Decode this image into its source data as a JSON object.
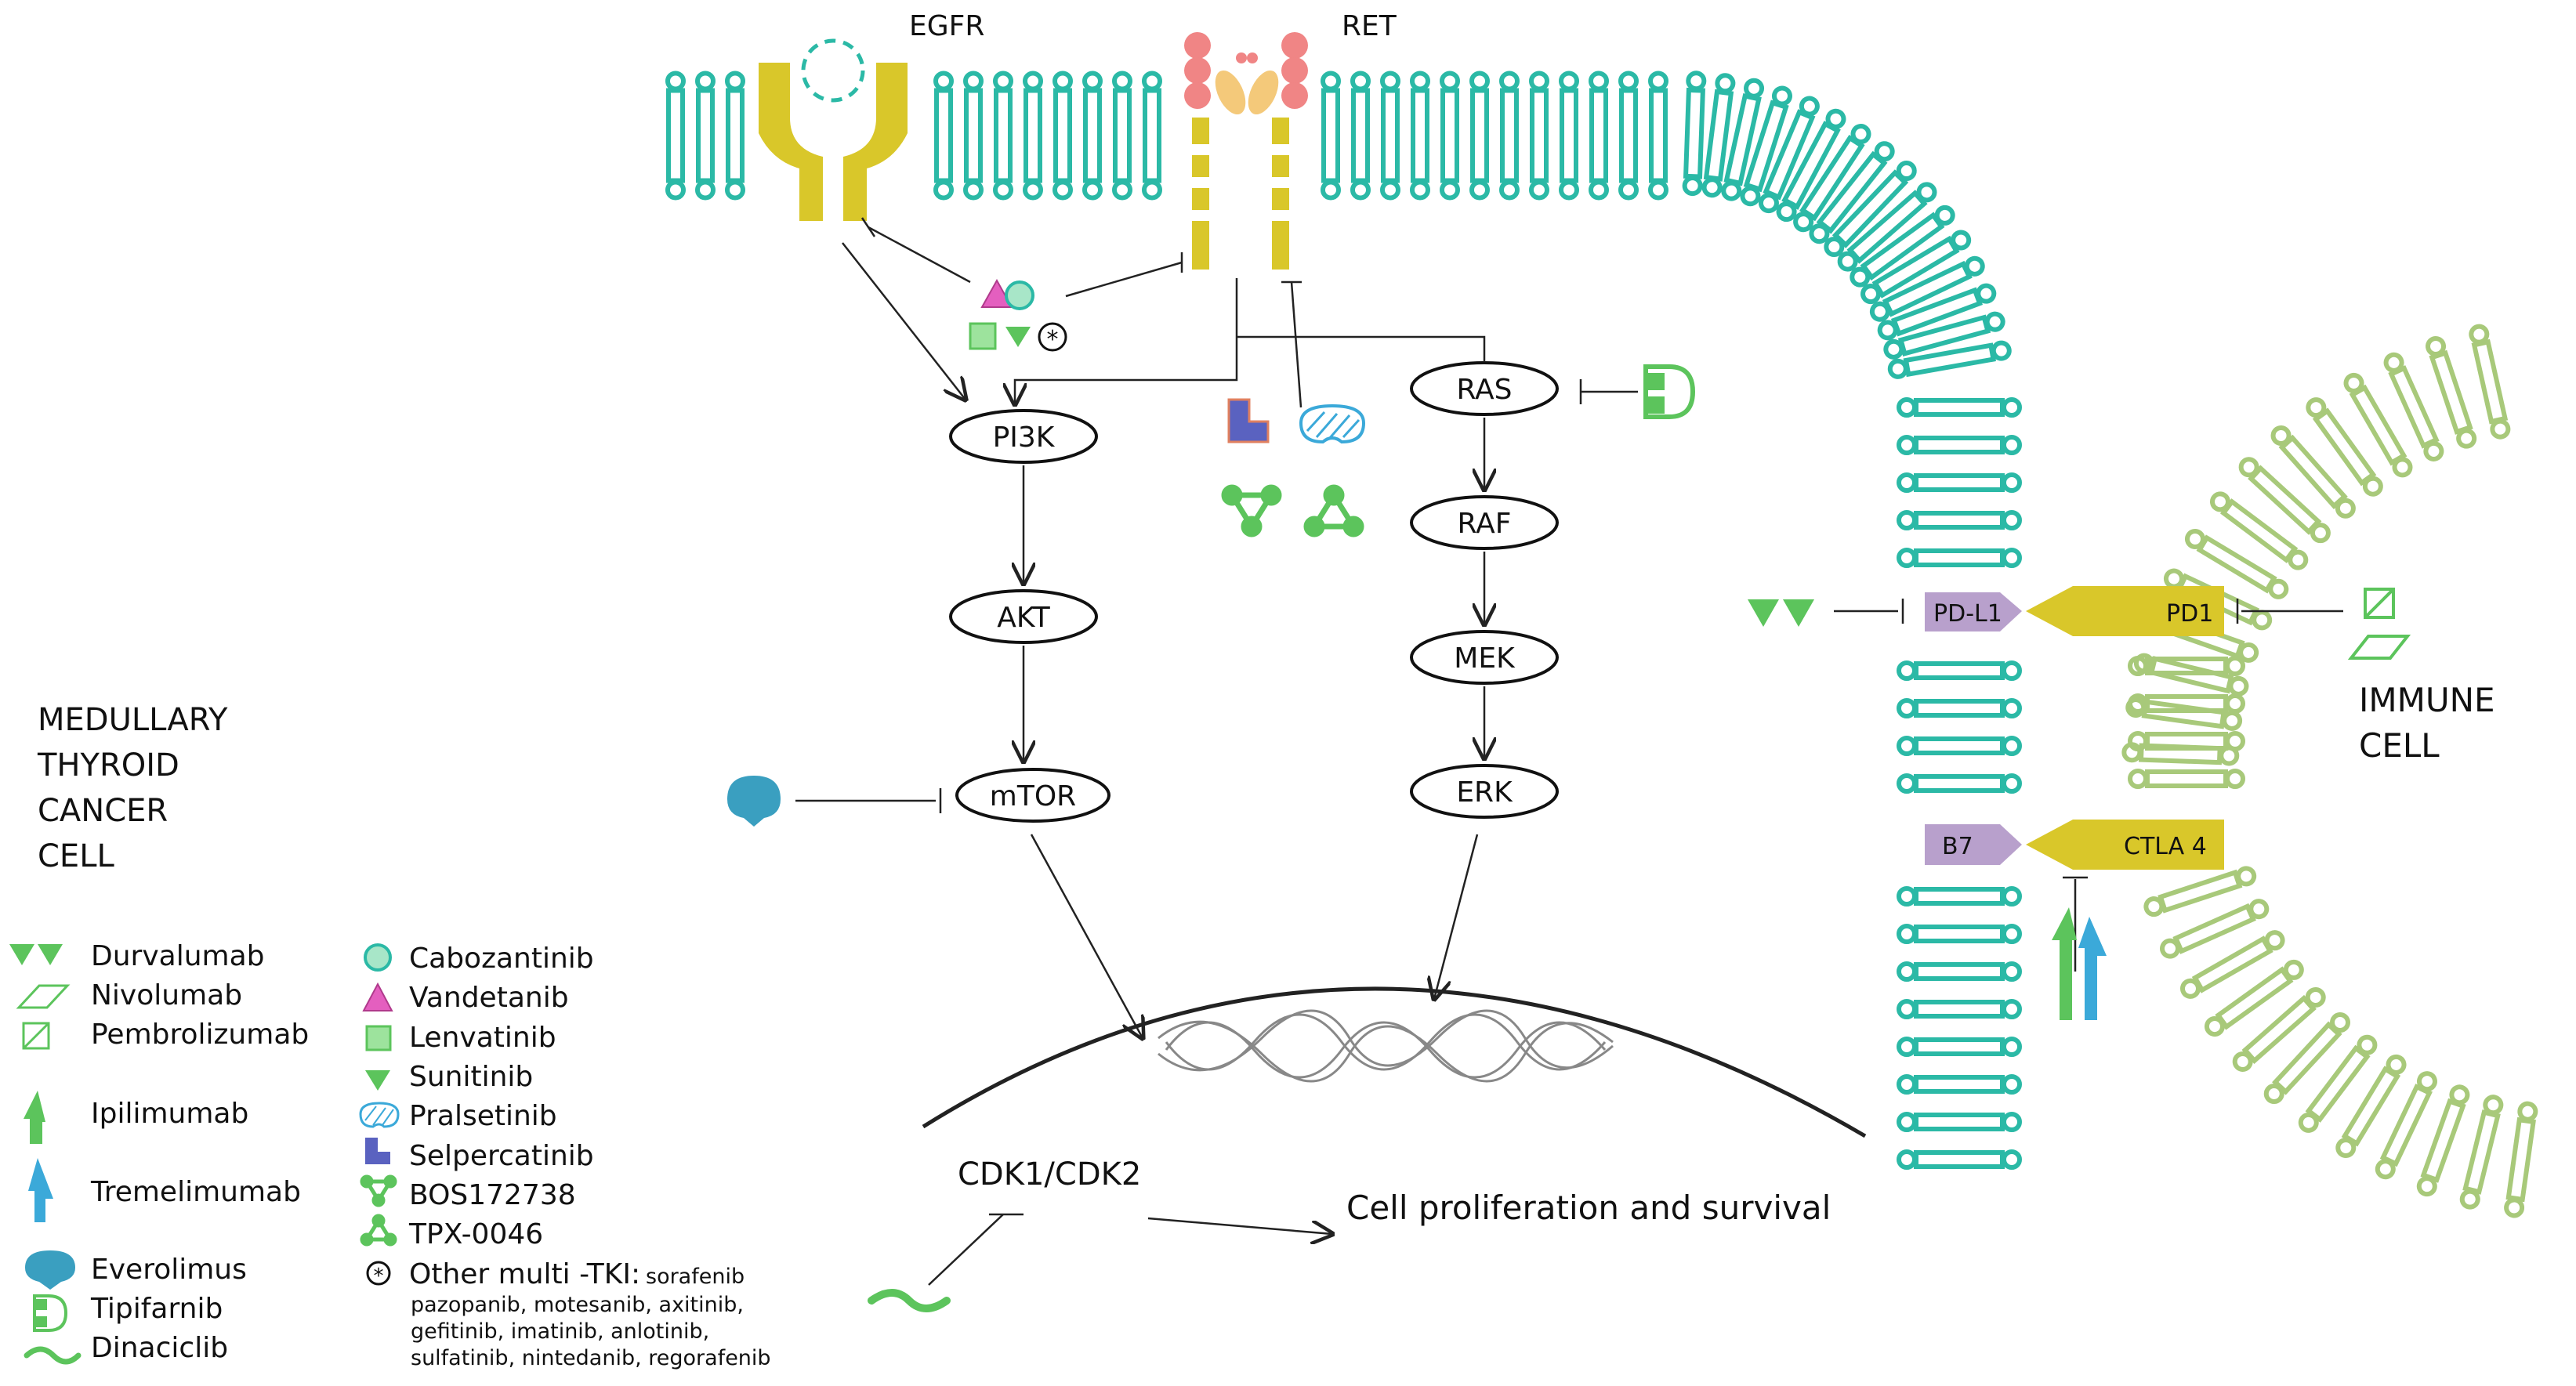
{
  "receptors": {
    "egfr": "EGFR",
    "ret": "RET"
  },
  "nodes": {
    "pi3k": "PI3K",
    "akt": "AKT",
    "mtor": "mTOR",
    "ras": "RAS",
    "raf": "RAF",
    "mek": "MEK",
    "erk": "ERK",
    "cdk": "CDK1/CDK2"
  },
  "outcome": "Cell proliferation and survival",
  "checkpoints": {
    "pdl1": "PD-L1",
    "pd1": "PD1",
    "b7": "B7",
    "ctla4": "CTLA 4"
  },
  "cell_labels": {
    "mtc": [
      "MEDULLARY",
      "THYROID",
      "CANCER",
      "CELL"
    ],
    "immune": [
      "IMMUNE",
      "CELL"
    ]
  },
  "legend_left": [
    "Durvalumab",
    "Nivolumab",
    "Pembrolizumab",
    "Ipilimumab",
    "Tremelimumab",
    "Everolimus",
    "Tipifarnib",
    "Dinaciclib"
  ],
  "legend_right": [
    "Cabozantinib",
    "Vandetanib",
    "Lenvatinib",
    "Sunitinib",
    "Pralsetinib",
    "Selpercatinib",
    "BOS172738",
    "TPX-0046"
  ],
  "legend_other": {
    "label": "Other multi -TKI:",
    "drugs": [
      "sorafenib",
      "pazopanib, motesanib, axitinib,",
      "gefitinib, imatinib, anlotinib,",
      "sulfatinib, nintedanib, regorafenib"
    ]
  },
  "colors": {
    "membrane": "#2bb9a6",
    "immune_membrane": "#a8c97a",
    "receptor": "#d9c72a",
    "ret_ball": "#f08585",
    "ligand": "#f4c97a",
    "checkpoint_purple": "#b8a0cc",
    "green_drug": "#5cc45c",
    "blue_drug": "#3ba9d9",
    "magenta": "#e45fbf",
    "everolimus": "#3a9fc0",
    "selpercatinib": "#5a62c0"
  }
}
